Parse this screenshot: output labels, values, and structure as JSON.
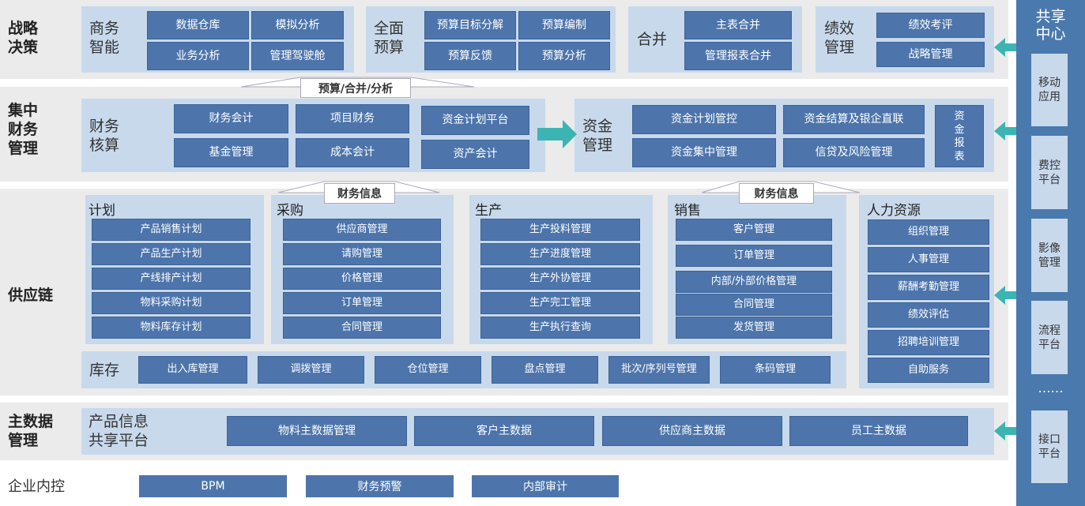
{
  "strategy": {
    "label": "战略\n决策",
    "bi": {
      "label": "商务\n智能",
      "items": [
        "数据仓库",
        "模拟分析",
        "业务分析",
        "管理驾驶舱"
      ]
    },
    "budget": {
      "label": "全面\n预算",
      "items": [
        "预算目标分解",
        "预算编制",
        "预算反馈",
        "预算分析"
      ]
    },
    "consolidation": {
      "label": "合并",
      "items": [
        "主表合并",
        "管理报表合并"
      ]
    },
    "performance": {
      "label": "绩效\n管理",
      "items": [
        "绩效考评",
        "战略管理"
      ]
    },
    "callout": "预算/合并/分析"
  },
  "finance": {
    "label": "集中\n财务\n管理",
    "accounting": {
      "label": "财务\n核算",
      "items": [
        "财务会计",
        "项目财务",
        "资金计划平台",
        "基金管理",
        "成本会计",
        "资产会计"
      ]
    },
    "treasury": {
      "label": "资金\n管理",
      "items": [
        "资金计划管控",
        "资金结算及银企直联",
        "资金集中管理",
        "信贷及风险管理"
      ],
      "report": "资\n金\n报\n表"
    },
    "callout_left": "财务信息",
    "callout_right": "财务信息"
  },
  "supply": {
    "label": "供应链",
    "plan": {
      "label": "计划",
      "items": [
        "产品销售计划",
        "产品生产计划",
        "产线排产计划",
        "物料采购计划",
        "物料库存计划"
      ]
    },
    "purchase": {
      "label": "采购",
      "items": [
        "供应商管理",
        "请购管理",
        "价格管理",
        "订单管理",
        "合同管理"
      ]
    },
    "production": {
      "label": "生产",
      "items": [
        "生产投料管理",
        "生产进度管理",
        "生产外协管理",
        "生产完工管理",
        "生产执行查询"
      ]
    },
    "sales": {
      "label": "销售",
      "items": [
        "客户管理",
        "订单管理",
        "内部/外部价格管理",
        "合同管理",
        "发货管理"
      ]
    },
    "inventory": {
      "label": "库存",
      "items": [
        "出入库管理",
        "调拨管理",
        "仓位管理",
        "盘点管理",
        "批次/序列号管理",
        "条码管理"
      ]
    },
    "hr": {
      "label": "人力资源",
      "items": [
        "组织管理",
        "人事管理",
        "薪酬考勤管理",
        "绩效评估",
        "招聘培训管理",
        "自助服务"
      ]
    }
  },
  "masterdata": {
    "label": "主数据\n管理",
    "platform": "产品信息\n共享平台",
    "items": [
      "物料主数据管理",
      "客户主数据",
      "供应商主数据",
      "员工主数据"
    ]
  },
  "control": {
    "label": "企业内控",
    "items": [
      "BPM",
      "财务预警",
      "内部审计"
    ]
  },
  "shared": {
    "title": "共享\n中心",
    "items": [
      "移动\n应用",
      "费控\n平台",
      "影像\n管理",
      "流程\n平台",
      "接口\n平台"
    ],
    "dots": "……"
  },
  "colors": {
    "box": "#4d75ab",
    "panel": "#c8d9ec",
    "band": "#ebebeb",
    "sidebar": "#4a79ad",
    "arrow": "#3db4b4"
  }
}
